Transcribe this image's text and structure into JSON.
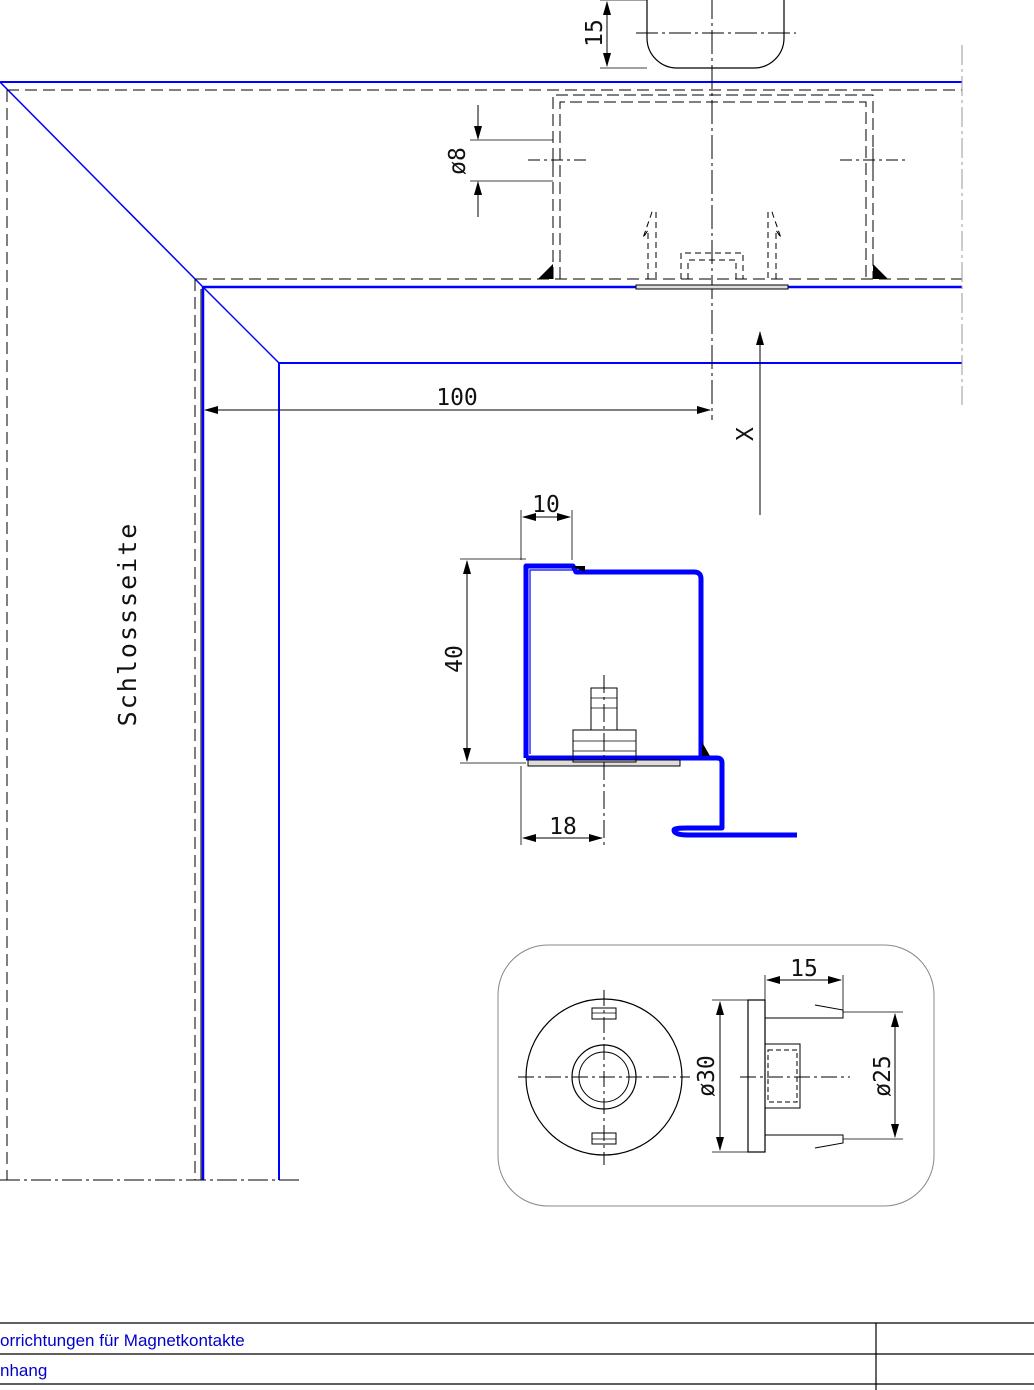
{
  "dimensions": {
    "d15_top": "15",
    "d_phi8": "ø8",
    "d100": "100",
    "dx": "X",
    "d10": "10",
    "d40": "40",
    "d18": "18",
    "d15_detail": "15",
    "d_phi30": "ø30",
    "d_phi25": "ø25"
  },
  "side_label": "Schlossseite",
  "title_block": {
    "row1": "orrichtungen für Magnetkontakte",
    "row2": "nhang"
  },
  "colors": {
    "profile": "#0000ff",
    "line": "#000000",
    "title_text": "#0000cc"
  }
}
